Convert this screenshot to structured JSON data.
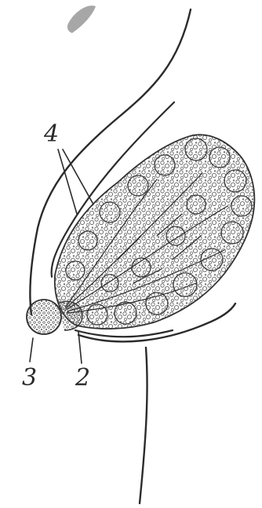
{
  "figure": {
    "labels": {
      "lobules": "4",
      "ducts": "2",
      "nipple": "3"
    },
    "colors": {
      "ink": "#2b2b2b",
      "smudge": "#8a8a8a",
      "background": "#ffffff"
    }
  }
}
